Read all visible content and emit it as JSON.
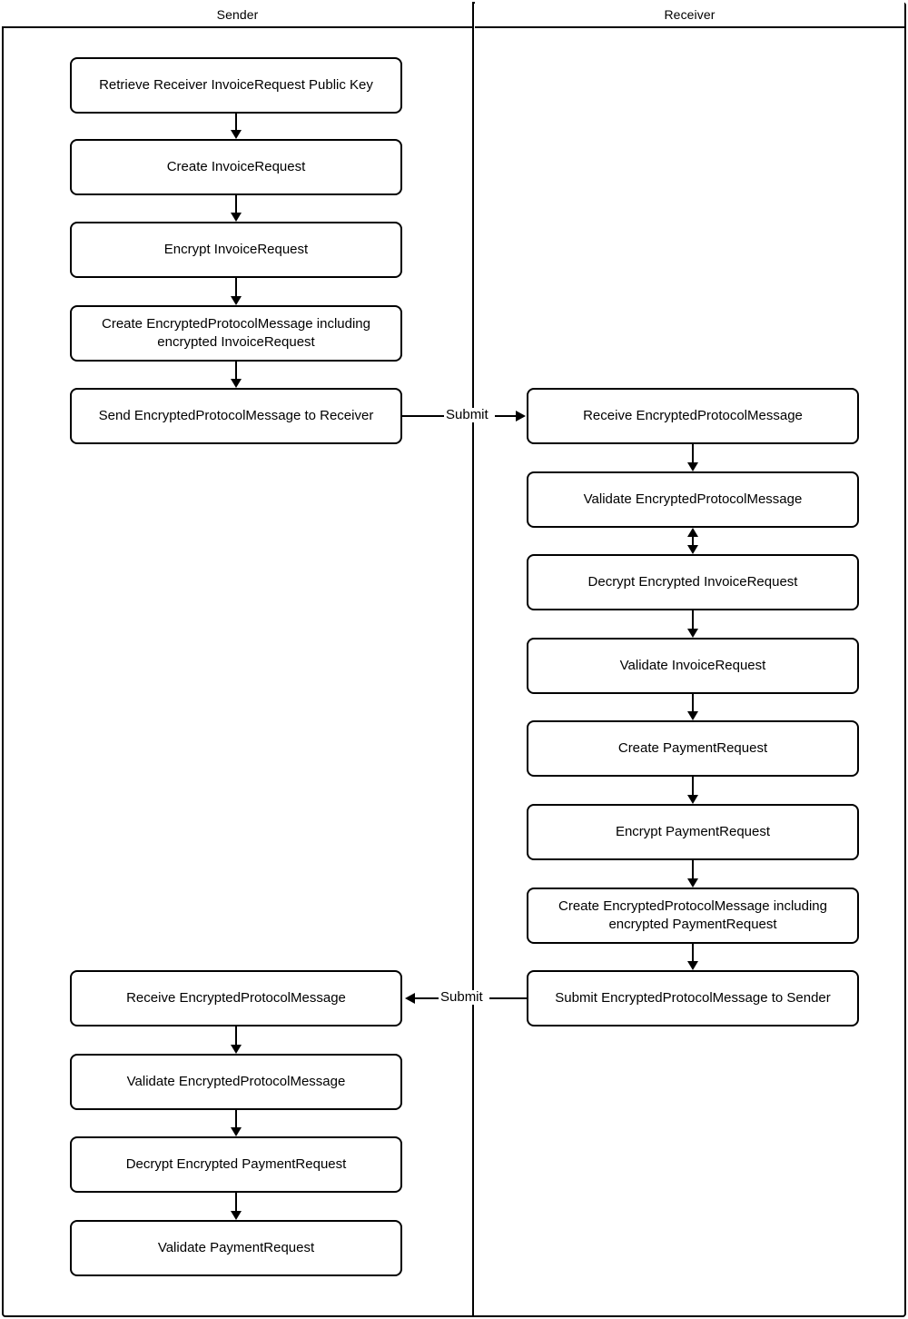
{
  "diagram": {
    "type": "swimlane-flowchart",
    "title": "",
    "lanes": [
      {
        "id": "sender",
        "label": "Sender"
      },
      {
        "id": "receiver",
        "label": "Receiver"
      }
    ]
  },
  "sender_steps": [
    {
      "id": "s1",
      "label": "Retrieve Receiver InvoiceRequest Public Key"
    },
    {
      "id": "s2",
      "label": "Create InvoiceRequest"
    },
    {
      "id": "s3",
      "label": "Encrypt InvoiceRequest"
    },
    {
      "id": "s4",
      "label": "Create EncryptedProtocolMessage including\nencrypted InvoiceRequest"
    },
    {
      "id": "s5",
      "label": "Send EncryptedProtocolMessage to Receiver"
    },
    {
      "id": "s6",
      "label": "Receive EncryptedProtocolMessage"
    },
    {
      "id": "s7",
      "label": "Validate EncryptedProtocolMessage"
    },
    {
      "id": "s8",
      "label": "Decrypt Encrypted PaymentRequest"
    },
    {
      "id": "s9",
      "label": "Validate PaymentRequest"
    }
  ],
  "receiver_steps": [
    {
      "id": "r1",
      "label": "Receive EncryptedProtocolMessage"
    },
    {
      "id": "r2",
      "label": "Validate EncryptedProtocolMessage"
    },
    {
      "id": "r3",
      "label": "Decrypt Encrypted InvoiceRequest"
    },
    {
      "id": "r4",
      "label": "Validate InvoiceRequest"
    },
    {
      "id": "r5",
      "label": "Create PaymentRequest"
    },
    {
      "id": "r6",
      "label": "Encrypt PaymentRequest"
    },
    {
      "id": "r7",
      "label": "Create EncryptedProtocolMessage including\nencrypted PaymentRequest"
    },
    {
      "id": "r8",
      "label": "Submit EncryptedProtocolMessage to Sender"
    }
  ],
  "message_flows": [
    {
      "id": "mf1",
      "label": "Submit",
      "from": "s5",
      "to": "r1",
      "direction": "right"
    },
    {
      "id": "mf2",
      "label": "Submit",
      "from": "r8",
      "to": "s6",
      "direction": "left"
    }
  ],
  "colors": {
    "stroke": "#000000",
    "fill": "#ffffff",
    "text": "#000000"
  }
}
